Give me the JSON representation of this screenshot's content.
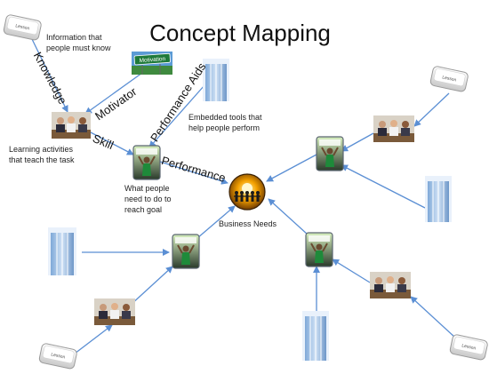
{
  "title": "Concept Mapping",
  "edge_labels": {
    "knowledge": "Knowledge",
    "motivator": "Motivator",
    "performance_aids": "Performance Aids",
    "skill": "Skill",
    "performance": "Performance"
  },
  "notes": {
    "info_must_know": "Information that\npeople must know",
    "embedded_tools": "Embedded tools that\nhelp people perform",
    "learning_activities": "Learning activities\nthat teach the task",
    "what_people_need": "What people\nneed to do to\nreach goal",
    "business_needs": "Business Needs"
  },
  "images": {
    "motivation_sign_text": "Motivation",
    "lesson_key_text": "Lesson"
  },
  "colors": {
    "arrow": "#5b8fd4",
    "node_border": "#5a6570",
    "center_glow": "#f4a100"
  },
  "icons": {
    "key": "keyboard-key-icon",
    "meeting": "meeting-photo-icon",
    "tools": "building-photo-icon",
    "performer": "celebrating-person-icon",
    "motivation": "motivation-sign-icon",
    "business": "teamwork-sun-icon"
  }
}
